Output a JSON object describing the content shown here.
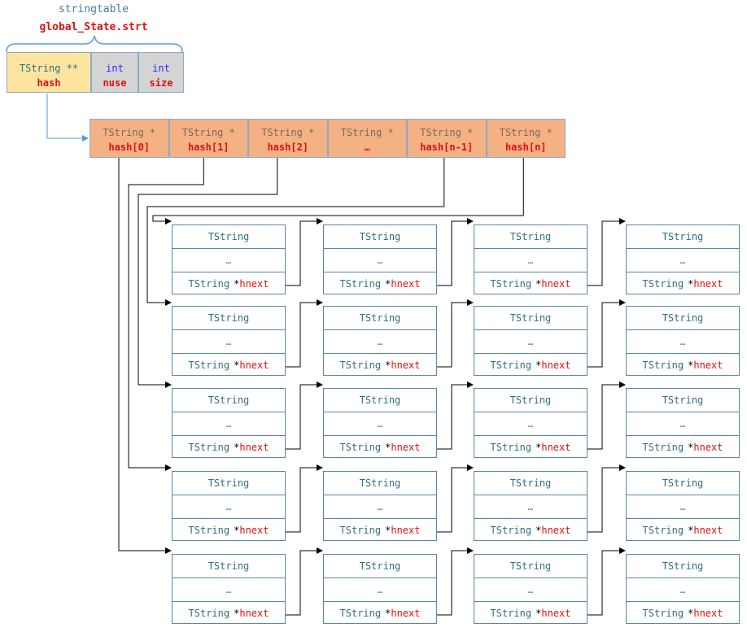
{
  "header": {
    "title": "stringtable",
    "subtitle": "global_State.strt"
  },
  "table_struct": [
    {
      "type": "TString **",
      "name": "hash",
      "style": "yellow"
    },
    {
      "type": "int",
      "name": "nuse",
      "style": "gray"
    },
    {
      "type": "int",
      "name": "size",
      "style": "gray"
    }
  ],
  "hash_array": [
    {
      "type": "TString *",
      "name": "hash[0]"
    },
    {
      "type": "TString *",
      "name": "hash[1]"
    },
    {
      "type": "TString *",
      "name": "hash[2]"
    },
    {
      "type": "TString *",
      "name": "…"
    },
    {
      "type": "TString *",
      "name": "hash[n-1]"
    },
    {
      "type": "TString *",
      "name": "hash[n]"
    }
  ],
  "node": {
    "title": "TString",
    "middle": "…",
    "ptr_type": "TString",
    "ptr_star": "*",
    "ptr_name": "hnext"
  },
  "grid": {
    "rows": 5,
    "cols": 4
  },
  "colors": {
    "accent_red": "#e01010",
    "border_blue": "#5a86a8",
    "hash_orange": "#f4b183",
    "struct_yellow": "#fde5a0",
    "struct_gray": "#d4d4d4",
    "arrow_blue": "#5b9bd5"
  }
}
